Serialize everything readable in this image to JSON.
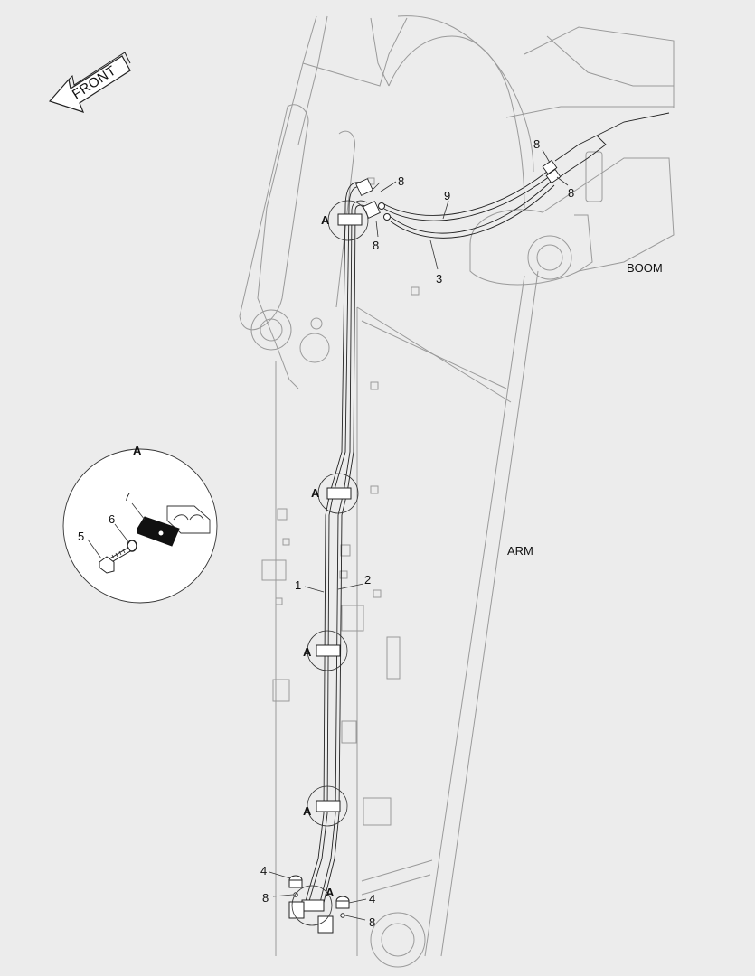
{
  "front_label": "FRONT",
  "section_names": {
    "boom": "BOOM",
    "arm": "ARM"
  },
  "detail": {
    "title": "A",
    "callouts": {
      "bolt": "5",
      "washer": "6",
      "plate": "7"
    }
  },
  "callouts": {
    "pipe_left": "1",
    "pipe_right": "2",
    "hose_lower": "3",
    "hose_upper": "9",
    "adapter": "8",
    "clamp_ref": "A",
    "fitting": "4"
  }
}
